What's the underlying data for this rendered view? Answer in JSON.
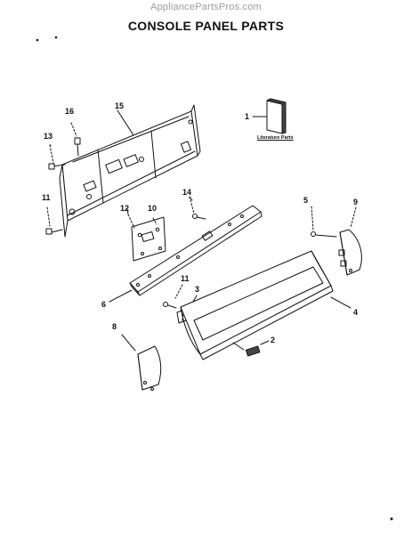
{
  "watermark": "AppliancePartsPros.com",
  "title": "CONSOLE PANEL PARTS",
  "literature_label": "Literature Parts",
  "callouts": [
    {
      "id": "c1",
      "text": "1"
    },
    {
      "id": "c2",
      "text": "2"
    },
    {
      "id": "c3",
      "text": "3"
    },
    {
      "id": "c4",
      "text": "4"
    },
    {
      "id": "c5",
      "text": "5"
    },
    {
      "id": "c6",
      "text": "6"
    },
    {
      "id": "c8",
      "text": "8"
    },
    {
      "id": "c9",
      "text": "9"
    },
    {
      "id": "c10",
      "text": "10"
    },
    {
      "id": "c11a",
      "text": "11"
    },
    {
      "id": "c11b",
      "text": "11"
    },
    {
      "id": "c12",
      "text": "12"
    },
    {
      "id": "c13",
      "text": "13"
    },
    {
      "id": "c14",
      "text": "14"
    },
    {
      "id": "c15",
      "text": "15"
    },
    {
      "id": "c16",
      "text": "16"
    }
  ]
}
